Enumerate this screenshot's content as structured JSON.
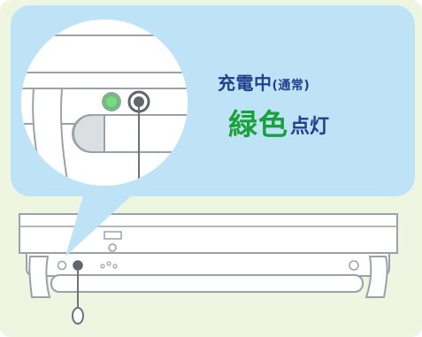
{
  "caption": {
    "status_main": "充電中",
    "status_note": "(通常)",
    "color_word": "緑色",
    "action_word": "点灯"
  },
  "colors": {
    "background": "#eef6e1",
    "bubble": "#bfe3f6",
    "caption_blue": "#1f3f8f",
    "caption_green": "#1aa23a",
    "led_green": "#64c56e",
    "device_outline": "#9aa1a8"
  },
  "icons": {
    "led": "green-led-icon",
    "jack": "charging-port-icon",
    "cable": "charging-cable-icon"
  }
}
